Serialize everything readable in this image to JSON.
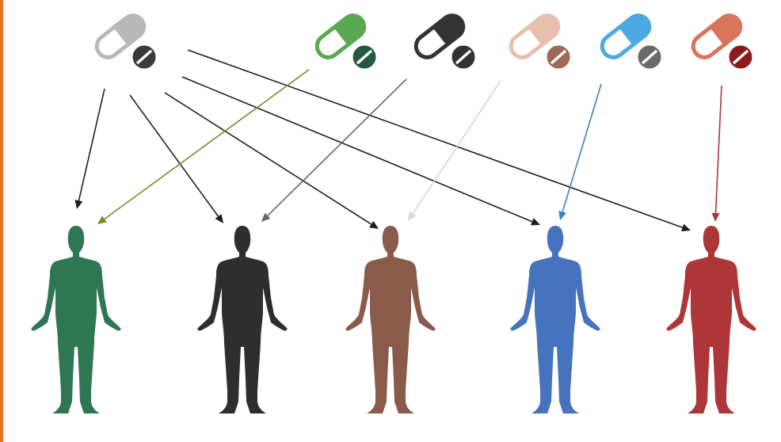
{
  "pills": [
    {
      "id": "gray",
      "icon": "generic-drug-pill-icon",
      "capsule": "#b8b8b8",
      "tablet": "#3a3a3a"
    },
    {
      "id": "green",
      "icon": "drug-pill-icon",
      "capsule": "#5aa850",
      "tablet": "#235a3e"
    },
    {
      "id": "black",
      "icon": "drug-pill-icon",
      "capsule": "#333333",
      "tablet": "#333333"
    },
    {
      "id": "beige",
      "icon": "drug-pill-icon",
      "capsule": "#e6bfae",
      "tablet": "#9e6a58"
    },
    {
      "id": "blue",
      "icon": "drug-pill-icon",
      "capsule": "#4da8e3",
      "tablet": "#6a6a6a"
    },
    {
      "id": "salmon",
      "icon": "drug-pill-icon",
      "capsule": "#d9735a",
      "tablet": "#8c1c1c"
    }
  ],
  "figures": [
    {
      "id": "green",
      "icon": "human-figure-icon",
      "color": "#2f7653"
    },
    {
      "id": "black",
      "icon": "human-figure-icon",
      "color": "#2e2e2e"
    },
    {
      "id": "brown",
      "icon": "human-figure-icon",
      "color": "#8a5a4b"
    },
    {
      "id": "blue",
      "icon": "human-figure-icon",
      "color": "#4673bd"
    },
    {
      "id": "red",
      "icon": "human-figure-icon",
      "color": "#ae3538"
    }
  ],
  "connections": [
    {
      "from": "gray",
      "to": "green",
      "color": "#1e1e1e"
    },
    {
      "from": "gray",
      "to": "black",
      "color": "#1e1e1e"
    },
    {
      "from": "gray",
      "to": "brown",
      "color": "#1e1e1e"
    },
    {
      "from": "gray",
      "to": "blue",
      "color": "#1e1e1e"
    },
    {
      "from": "gray",
      "to": "red",
      "color": "#1e1e1e"
    },
    {
      "from": "green",
      "to": "green",
      "color": "#7a8a2a"
    },
    {
      "from": "black",
      "to": "black",
      "color": "#666666"
    },
    {
      "from": "beige",
      "to": "brown",
      "color": "#d6d6d6"
    },
    {
      "from": "blue",
      "to": "blue",
      "color": "#3b7fc0"
    },
    {
      "from": "salmon",
      "to": "red",
      "color": "#a8353b"
    }
  ]
}
